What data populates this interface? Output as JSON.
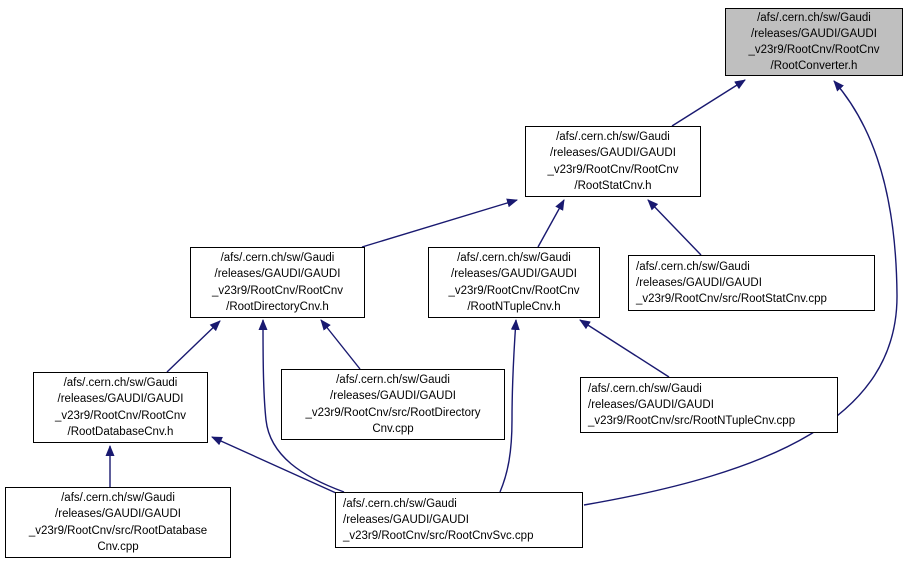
{
  "diagram": {
    "title": "Doxygen include-dependency graph (files that include RootConverter.h)",
    "colors": {
      "arrow": "#191970",
      "node_border": "#000000",
      "node_fill": "#ffffff",
      "highlight_fill": "#bfbfbf",
      "text": "#000000",
      "background": "#ffffff"
    },
    "nodes": [
      {
        "id": "RootConverter.h",
        "highlighted": true,
        "lines": [
          "/afs/.cern.ch/sw/Gaudi",
          "/releases/GAUDI/GAUDI",
          "_v23r9/RootCnv/RootCnv",
          "/RootConverter.h"
        ]
      },
      {
        "id": "RootStatCnv.h",
        "highlighted": false,
        "lines": [
          "/afs/.cern.ch/sw/Gaudi",
          "/releases/GAUDI/GAUDI",
          "_v23r9/RootCnv/RootCnv",
          "/RootStatCnv.h"
        ]
      },
      {
        "id": "RootDirectoryCnv.h",
        "highlighted": false,
        "lines": [
          "/afs/.cern.ch/sw/Gaudi",
          "/releases/GAUDI/GAUDI",
          "_v23r9/RootCnv/RootCnv",
          "/RootDirectoryCnv.h"
        ]
      },
      {
        "id": "RootNTupleCnv.h",
        "highlighted": false,
        "lines": [
          "/afs/.cern.ch/sw/Gaudi",
          "/releases/GAUDI/GAUDI",
          "_v23r9/RootCnv/RootCnv",
          "/RootNTupleCnv.h"
        ]
      },
      {
        "id": "RootStatCnv.cpp",
        "highlighted": false,
        "lines": [
          "/afs/.cern.ch/sw/Gaudi",
          "/releases/GAUDI/GAUDI",
          "_v23r9/RootCnv/src/RootStatCnv.cpp"
        ]
      },
      {
        "id": "RootDatabaseCnv.h",
        "highlighted": false,
        "lines": [
          "/afs/.cern.ch/sw/Gaudi",
          "/releases/GAUDI/GAUDI",
          "_v23r9/RootCnv/RootCnv",
          "/RootDatabaseCnv.h"
        ]
      },
      {
        "id": "RootDirectoryCnv.cpp",
        "highlighted": false,
        "lines": [
          "/afs/.cern.ch/sw/Gaudi",
          "/releases/GAUDI/GAUDI",
          "_v23r9/RootCnv/src/RootDirectory",
          "Cnv.cpp"
        ]
      },
      {
        "id": "RootNTupleCnv.cpp",
        "highlighted": false,
        "lines": [
          "/afs/.cern.ch/sw/Gaudi",
          "/releases/GAUDI/GAUDI",
          "_v23r9/RootCnv/src/RootNTupleCnv.cpp"
        ]
      },
      {
        "id": "RootDatabaseCnv.cpp",
        "highlighted": false,
        "lines": [
          "/afs/.cern.ch/sw/Gaudi",
          "/releases/GAUDI/GAUDI",
          "_v23r9/RootCnv/src/RootDatabase",
          "Cnv.cpp"
        ]
      },
      {
        "id": "RootCnvSvc.cpp",
        "highlighted": false,
        "lines": [
          "/afs/.cern.ch/sw/Gaudi",
          "/releases/GAUDI/GAUDI",
          "_v23r9/RootCnv/src/RootCnvSvc.cpp"
        ]
      }
    ],
    "edges": [
      {
        "from": "RootStatCnv.h",
        "to": "RootConverter.h"
      },
      {
        "from": "RootCnvSvc.cpp",
        "to": "RootConverter.h"
      },
      {
        "from": "RootDirectoryCnv.h",
        "to": "RootStatCnv.h"
      },
      {
        "from": "RootNTupleCnv.h",
        "to": "RootStatCnv.h"
      },
      {
        "from": "RootStatCnv.cpp",
        "to": "RootStatCnv.h"
      },
      {
        "from": "RootDatabaseCnv.h",
        "to": "RootDirectoryCnv.h"
      },
      {
        "from": "RootDirectoryCnv.cpp",
        "to": "RootDirectoryCnv.h"
      },
      {
        "from": "RootCnvSvc.cpp",
        "to": "RootDirectoryCnv.h"
      },
      {
        "from": "RootNTupleCnv.cpp",
        "to": "RootNTupleCnv.h"
      },
      {
        "from": "RootCnvSvc.cpp",
        "to": "RootNTupleCnv.h"
      },
      {
        "from": "RootDatabaseCnv.cpp",
        "to": "RootDatabaseCnv.h"
      },
      {
        "from": "RootCnvSvc.cpp",
        "to": "RootDatabaseCnv.h"
      }
    ]
  }
}
